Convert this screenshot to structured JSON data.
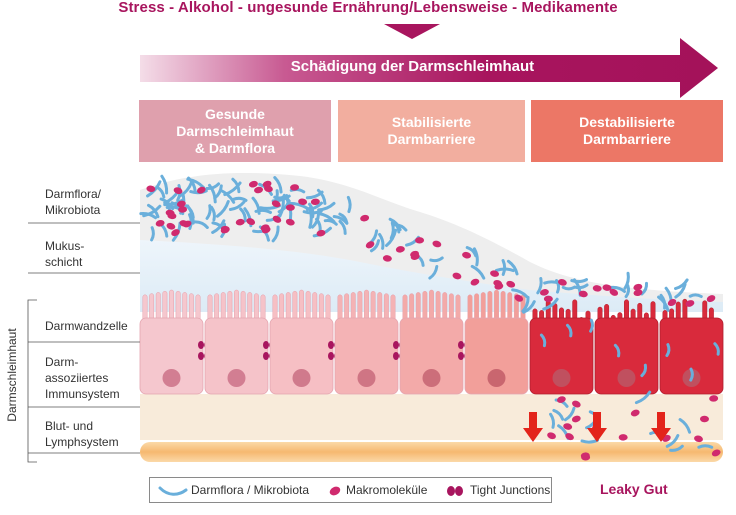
{
  "top_title": "Stress - Alkohol - ungesunde Ernährung/Lebensweise - Medikamente",
  "arrow_label": "Schädigung der Darmschleimhaut",
  "stages": [
    {
      "label": "Gesunde\nDarmschleimhaut\n& Darmflora",
      "color": "#dfa0ad"
    },
    {
      "label": "Stabilisierte\nDarmbarriere",
      "color": "#f2ae9f"
    },
    {
      "label": "Destabilisierte\nDarmbarriere",
      "color": "#ec7766"
    }
  ],
  "side_labels": [
    "Darmflora/\nMikrobiota",
    "Mukus-\nschicht",
    "Darmwandzelle",
    "Darm-\nassoziiertes\nImmunsystem",
    "Blut- und\nLymphsystem"
  ],
  "vertical_label": "Darmschleimhaut",
  "legend": {
    "microbiota": "Darmflora / Mikrobiota",
    "macromolecules": "Makromoleküle",
    "tight_junctions": "Tight Junctions"
  },
  "leaky_gut": "Leaky Gut",
  "colors": {
    "magenta": "#a8155e",
    "bacteria": "#6aafdb",
    "macromolecule": "#d02a6e",
    "arrow_red": "#e3241b"
  }
}
